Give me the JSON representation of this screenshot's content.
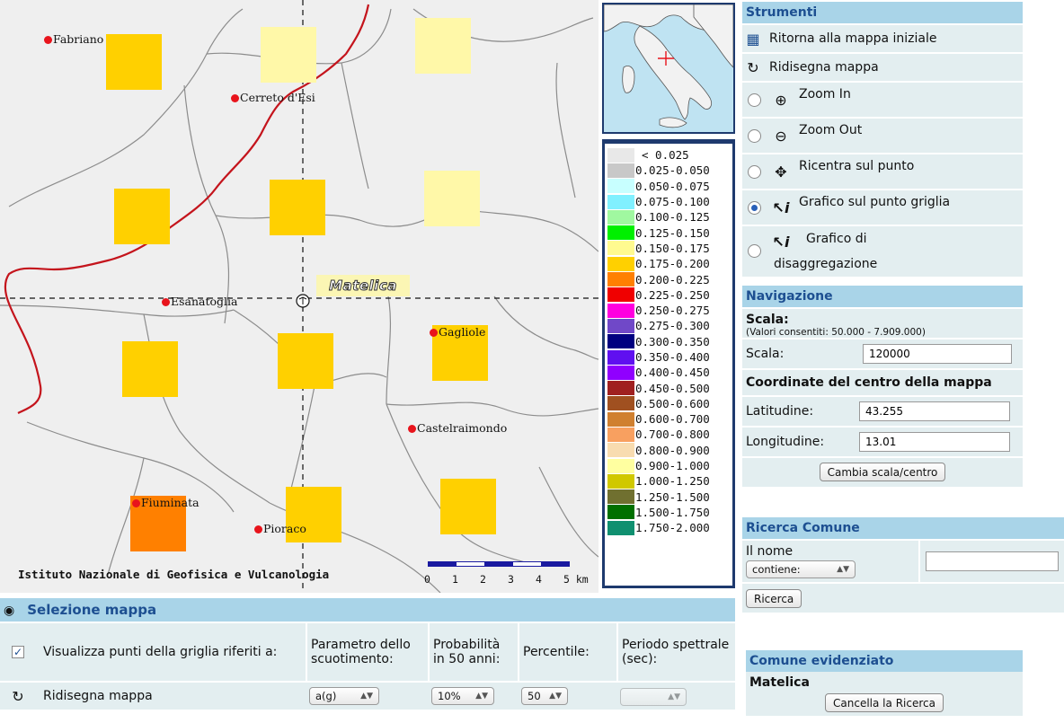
{
  "map": {
    "credit": "Istituto Nazionale di Geofisica e Vulcanologia",
    "center_label": "Matelica",
    "towns": [
      {
        "name": "Fabriano"
      },
      {
        "name": "Cerreto d'Esi"
      },
      {
        "name": "Esanatoglia"
      },
      {
        "name": "Gagliole"
      },
      {
        "name": "Castelraimondo"
      },
      {
        "name": "Fiuminata"
      },
      {
        "name": "Pioraco"
      }
    ],
    "scale_ticks": [
      "0",
      "1",
      "2",
      "3",
      "4",
      "5 km"
    ],
    "grid_cells": [
      {
        "color": "#ffd000"
      },
      {
        "color": "#fff8a8"
      },
      {
        "color": "#fff8a8"
      },
      {
        "color": "#ffd000"
      },
      {
        "color": "#ffd000"
      },
      {
        "color": "#fff8a8"
      },
      {
        "color": "#ffd000"
      },
      {
        "color": "#ffd000"
      },
      {
        "color": "#ffd000"
      },
      {
        "color": "#ff8000"
      },
      {
        "color": "#ffd000"
      },
      {
        "color": "#ffd000"
      }
    ]
  },
  "legend": [
    {
      "label": "< 0.025",
      "color": "#e8e8e8"
    },
    {
      "label": "0.025-0.050",
      "color": "#c8c8c8"
    },
    {
      "label": "0.050-0.075",
      "color": "#c8ffff"
    },
    {
      "label": "0.075-0.100",
      "color": "#80f0ff"
    },
    {
      "label": "0.100-0.125",
      "color": "#a0f8a0"
    },
    {
      "label": "0.125-0.150",
      "color": "#00f000"
    },
    {
      "label": "0.150-0.175",
      "color": "#fffa90"
    },
    {
      "label": "0.175-0.200",
      "color": "#ffd000"
    },
    {
      "label": "0.200-0.225",
      "color": "#ff8000"
    },
    {
      "label": "0.225-0.250",
      "color": "#f00000"
    },
    {
      "label": "0.250-0.275",
      "color": "#ff00e0"
    },
    {
      "label": "0.275-0.300",
      "color": "#7048c8"
    },
    {
      "label": "0.300-0.350",
      "color": "#000080"
    },
    {
      "label": "0.350-0.400",
      "color": "#6010f0"
    },
    {
      "label": "0.400-0.450",
      "color": "#9000ff"
    },
    {
      "label": "0.450-0.500",
      "color": "#a02020"
    },
    {
      "label": "0.500-0.600",
      "color": "#a05020"
    },
    {
      "label": "0.600-0.700",
      "color": "#d08030"
    },
    {
      "label": "0.700-0.800",
      "color": "#f8a060"
    },
    {
      "label": "0.800-0.900",
      "color": "#f8dcb0"
    },
    {
      "label": "0.900-1.000",
      "color": "#ffffa0"
    },
    {
      "label": "1.000-1.250",
      "color": "#d0c800"
    },
    {
      "label": "1.250-1.500",
      "color": "#707030"
    },
    {
      "label": "1.500-1.750",
      "color": "#007000"
    },
    {
      "label": "1.750-2.000",
      "color": "#109070"
    }
  ],
  "strumenti": {
    "title": "Strumenti",
    "reset_map": "Ritorna alla mappa iniziale",
    "redraw": "Ridisegna mappa",
    "zoom_in": "Zoom In",
    "zoom_out": "Zoom Out",
    "recenter": "Ricentra sul punto",
    "grid_chart": "Grafico sul punto griglia",
    "disagg_line1": "Grafico di",
    "disagg_line2": "disaggregazione",
    "selected_tool": "grid_chart"
  },
  "navigazione": {
    "title": "Navigazione",
    "scale_heading": "Scala:",
    "scale_note": "(Valori consentiti: 50.000 - 7.909.000)",
    "scale_label": "Scala:",
    "scale_value": "120000",
    "coord_heading": "Coordinate del centro della mappa",
    "lat_label": "Latitudine:",
    "lat_value": "43.255",
    "lon_label": "Longitudine:",
    "lon_value": "13.01",
    "apply_button": "Cambia scala/centro"
  },
  "ricerca": {
    "title": "Ricerca Comune",
    "name_label": "Il nome",
    "mode_value": "contiene:",
    "query_value": "",
    "search_button": "Ricerca"
  },
  "comune": {
    "title": "Comune evidenziato",
    "name": "Matelica",
    "clear_button": "Cancella la Ricerca"
  },
  "selezione": {
    "title": "Selezione mappa",
    "show_points_label": "Visualizza punti della griglia riferiti a:",
    "param_header": "Parametro dello scuotimento:",
    "prob_header": "Probabilità in 50 anni:",
    "perc_header": "Percentile:",
    "period_header": "Periodo spettrale (sec):",
    "redraw_label": "Ridisegna mappa",
    "param_value": "a(g)",
    "prob_value": "10%",
    "perc_value": "50",
    "period_value": ""
  }
}
